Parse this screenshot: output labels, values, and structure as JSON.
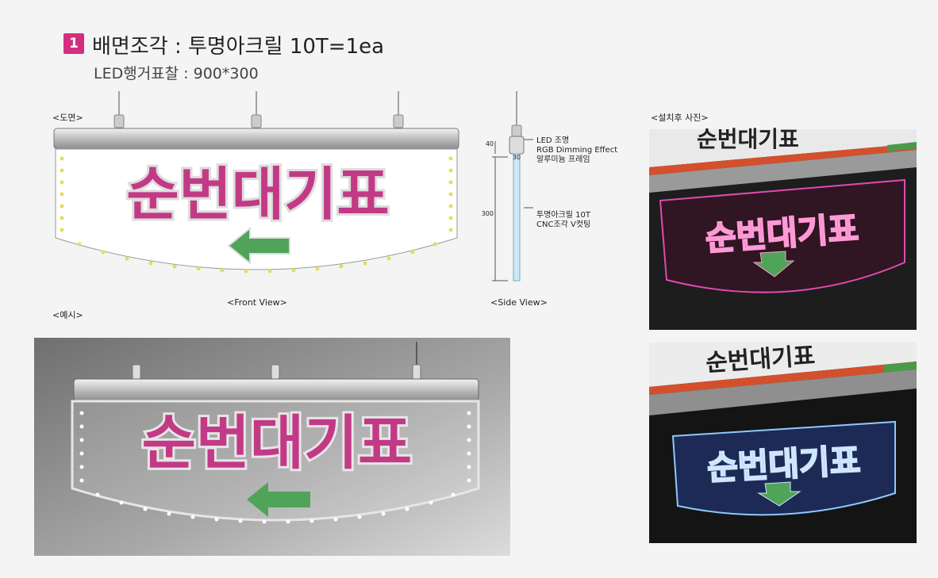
{
  "header": {
    "badge": "1",
    "title": "배면조각 : 투명아크릴 10T=1ea",
    "subtitle": "LED행거표찰 : 900*300"
  },
  "labels": {
    "drawing": "<도면>",
    "front_view": "<Front View>",
    "side_view": "<Side View>",
    "example": "<예시>",
    "after_install": "<설치후 사진>"
  },
  "sign": {
    "text": "순번대기표",
    "photo_top_text": "순번대기표"
  },
  "side": {
    "dim_40": "40",
    "dim_30": "30",
    "dim_300": "300",
    "note1_line1": "LED 조명",
    "note1_line2": "RGB Dimming Effect",
    "note1_line3": "알루미늄 프레임",
    "note2_line1": "투명아크릴 10T",
    "note2_line2": "CNC조각 V컷팅"
  },
  "colors": {
    "accent": "#d2307f",
    "arrow": "#4fa45a",
    "led": "#e6dc5c"
  }
}
